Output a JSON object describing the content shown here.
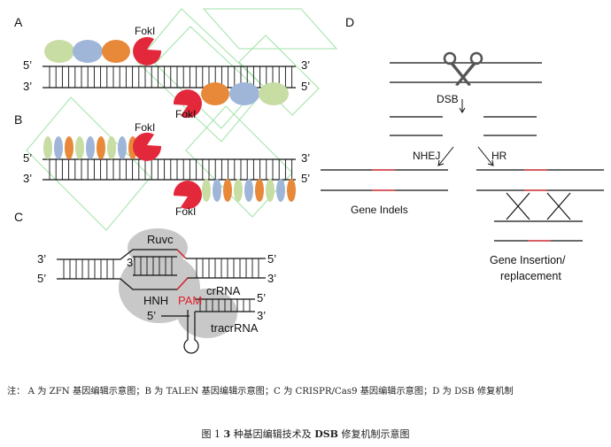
{
  "panels": {
    "a": {
      "label": "A",
      "enzyme_top": "FokI",
      "enzyme_bottom": "FokI"
    },
    "b": {
      "label": "B",
      "enzyme_top": "FokI",
      "enzyme_bottom": "FokI"
    },
    "c": {
      "label": "C",
      "domain_ruvc": "Ruvc",
      "domain_hnh": "HNH",
      "pam": "PAM",
      "crrna": "crRNA",
      "tracrrna": "tracrRNA"
    },
    "d": {
      "label": "D",
      "dsb": "DSB",
      "nhej": "NHEJ",
      "hr": "HR",
      "result_left": "Gene Indels",
      "result_right_line1": "Gene Insertion/",
      "result_right_line2": "replacement"
    }
  },
  "ends": {
    "five": "5’",
    "three": "3’"
  },
  "colors": {
    "fokI": "#e2283a",
    "green": "#c8dda3",
    "blue": "#9fb6d8",
    "orange": "#e8893a",
    "complex": "#c8c8c8",
    "pam": "#e0202a",
    "watermark": "#9fe3a6"
  },
  "note": {
    "prefix": "注：",
    "text": "A 为 ZFN 基因编辑示意图；B 为 TALEN 基因编辑示意图；C 为 CRISPR/Cas9 基因编辑示意图；D 为 DSB 修复机制"
  },
  "caption": {
    "fig": "图 1",
    "num": "3",
    "text_before": "种基因编辑技术及",
    "dsb": "DSB",
    "text_after": "修复机制示意图"
  }
}
